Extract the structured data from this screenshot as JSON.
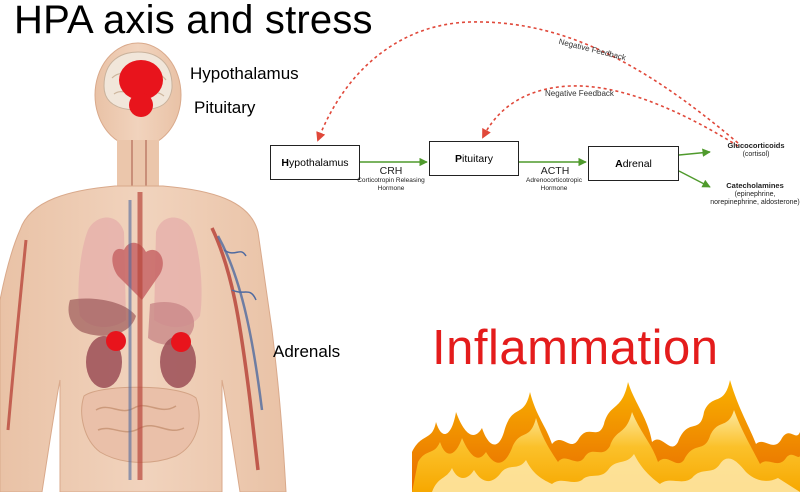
{
  "title": "HPA axis and stress",
  "labels": {
    "hypothalamus": "Hypothalamus",
    "pituitary": "Pituitary",
    "adrenals": "Adrenals"
  },
  "flow": {
    "hypothalamus_initial": "H",
    "hypothalamus_rest": "ypothalamus",
    "pituitary_initial": "P",
    "pituitary_rest": "ituitary",
    "adrenal_initial": "A",
    "adrenal_rest": "drenal",
    "crh": {
      "name": "CRH",
      "full": "Corticotropin Releasing Hormone"
    },
    "acth": {
      "name": "ACTH",
      "full": "Adrenocorticotropic Hormone"
    },
    "glucocorticoids": {
      "name": "Glucocorticoids",
      "detail": "(cortisol)"
    },
    "catecholamines": {
      "name": "Catecholamines",
      "detail": "(epinephrine, norepinephrine, aldosterone)"
    },
    "feedback_outer": "Negative Feedback",
    "feedback_inner": "Negative Feedback"
  },
  "inflammation": "Inflammation",
  "colors": {
    "marker_red": "#e8141c",
    "feedback_red": "#e0483a",
    "arrow_green": "#4f9a2c",
    "inflammation_red": "#e41c1c"
  }
}
